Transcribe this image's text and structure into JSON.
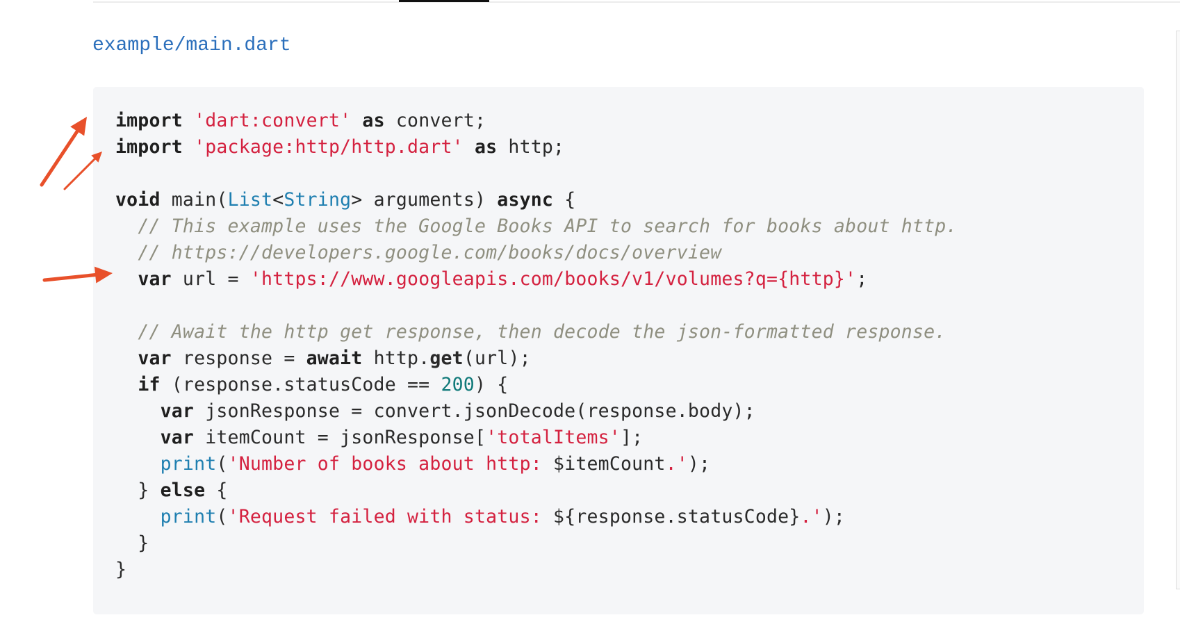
{
  "file_title": "example/main.dart",
  "annotation_color": "#e8502a",
  "code_lines": [
    [
      [
        "kw",
        "import"
      ],
      [
        "plain",
        " "
      ],
      [
        "str",
        "'dart:convert'"
      ],
      [
        "plain",
        " "
      ],
      [
        "kw",
        "as"
      ],
      [
        "plain",
        " convert;"
      ]
    ],
    [
      [
        "kw",
        "import"
      ],
      [
        "plain",
        " "
      ],
      [
        "str",
        "'package:http/http.dart'"
      ],
      [
        "plain",
        " "
      ],
      [
        "kw",
        "as"
      ],
      [
        "plain",
        " http;"
      ]
    ],
    [],
    [
      [
        "kw",
        "void"
      ],
      [
        "plain",
        " main("
      ],
      [
        "type",
        "List"
      ],
      [
        "plain",
        "<"
      ],
      [
        "type",
        "String"
      ],
      [
        "plain",
        "> arguments) "
      ],
      [
        "kw",
        "async"
      ],
      [
        "plain",
        " {"
      ]
    ],
    [
      [
        "plain",
        "  "
      ],
      [
        "com",
        "// This example uses the Google Books API to search for books about http."
      ]
    ],
    [
      [
        "plain",
        "  "
      ],
      [
        "com",
        "// https://developers.google.com/books/docs/overview"
      ]
    ],
    [
      [
        "plain",
        "  "
      ],
      [
        "kw",
        "var"
      ],
      [
        "plain",
        " url = "
      ],
      [
        "str",
        "'https://www.googleapis.com/books/v1/volumes?q={http}'"
      ],
      [
        "plain",
        ";"
      ]
    ],
    [],
    [
      [
        "plain",
        "  "
      ],
      [
        "com",
        "// Await the http get response, then decode the json-formatted response."
      ]
    ],
    [
      [
        "plain",
        "  "
      ],
      [
        "kw",
        "var"
      ],
      [
        "plain",
        " response = "
      ],
      [
        "kw",
        "await"
      ],
      [
        "plain",
        " http."
      ],
      [
        "bold",
        "get"
      ],
      [
        "plain",
        "(url);"
      ]
    ],
    [
      [
        "plain",
        "  "
      ],
      [
        "kw",
        "if"
      ],
      [
        "plain",
        " (response.statusCode == "
      ],
      [
        "num",
        "200"
      ],
      [
        "plain",
        ") {"
      ]
    ],
    [
      [
        "plain",
        "    "
      ],
      [
        "kw",
        "var"
      ],
      [
        "plain",
        " jsonResponse = convert.jsonDecode(response.body);"
      ]
    ],
    [
      [
        "plain",
        "    "
      ],
      [
        "kw",
        "var"
      ],
      [
        "plain",
        " itemCount = jsonResponse["
      ],
      [
        "str",
        "'totalItems'"
      ],
      [
        "plain",
        "];"
      ]
    ],
    [
      [
        "plain",
        "    "
      ],
      [
        "fn",
        "print"
      ],
      [
        "plain",
        "("
      ],
      [
        "str",
        "'Number of books about http: "
      ],
      [
        "plain",
        "$itemCount"
      ],
      [
        "str",
        ".'"
      ],
      [
        "plain",
        ");"
      ]
    ],
    [
      [
        "plain",
        "  } "
      ],
      [
        "kw",
        "else"
      ],
      [
        "plain",
        " {"
      ]
    ],
    [
      [
        "plain",
        "    "
      ],
      [
        "fn",
        "print"
      ],
      [
        "plain",
        "("
      ],
      [
        "str",
        "'Request failed with status: "
      ],
      [
        "plain",
        "${response.statusCode}"
      ],
      [
        "str",
        ".'"
      ],
      [
        "plain",
        ");"
      ]
    ],
    [
      [
        "plain",
        "  }"
      ]
    ],
    [
      [
        "plain",
        "}"
      ]
    ]
  ]
}
